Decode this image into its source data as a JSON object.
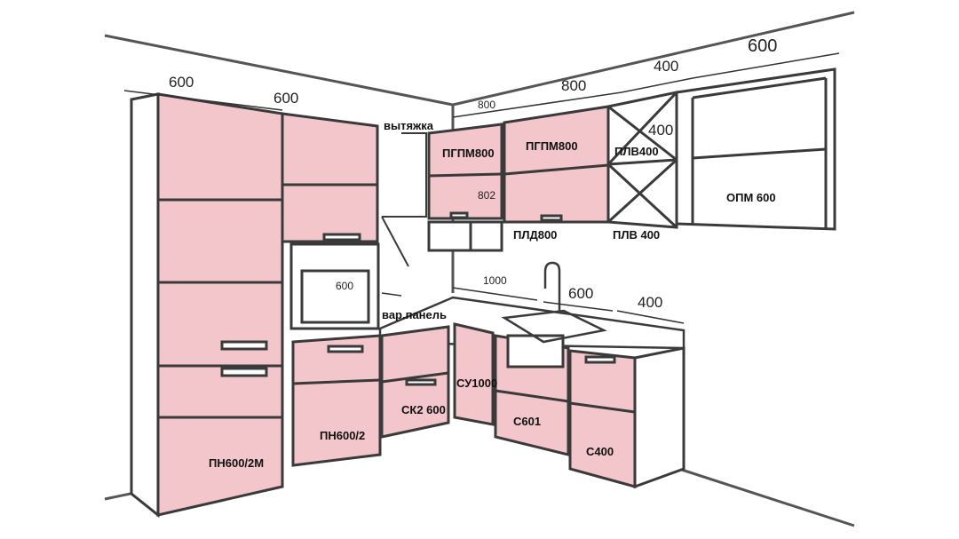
{
  "labels": {
    "hood": "вытяжка",
    "pgpm800_left": "ПГПМ800",
    "pgpm800_right": "ПГПМ800",
    "plv400_top": "ПЛВ400",
    "opm600": "ОПМ 600",
    "pld800": "ПЛД800",
    "plv400_bottom": "ПЛВ 400",
    "var_panel": "вар.панель",
    "su1000": "СУ1000",
    "sk2_600": "СК2 600",
    "s601": "С601",
    "s400": "С400",
    "pn600_2": "ПН600/2",
    "pn600_2m": "ПН600/2М"
  },
  "dimensions": {
    "tall_left_width": "600",
    "tall_right_width": "600",
    "upper_left_800": "800",
    "upper_right_800": "800",
    "upper_400": "400",
    "upper_600": "600",
    "inner_802": "802",
    "inner_400": "400",
    "oven_gap_600": "600",
    "base_1000": "1000",
    "base_600": "600",
    "base_400": "400"
  },
  "colors": {
    "panel_fill": "#f2c6ca",
    "outline": "#3a3a3a",
    "wall": "#555555"
  }
}
